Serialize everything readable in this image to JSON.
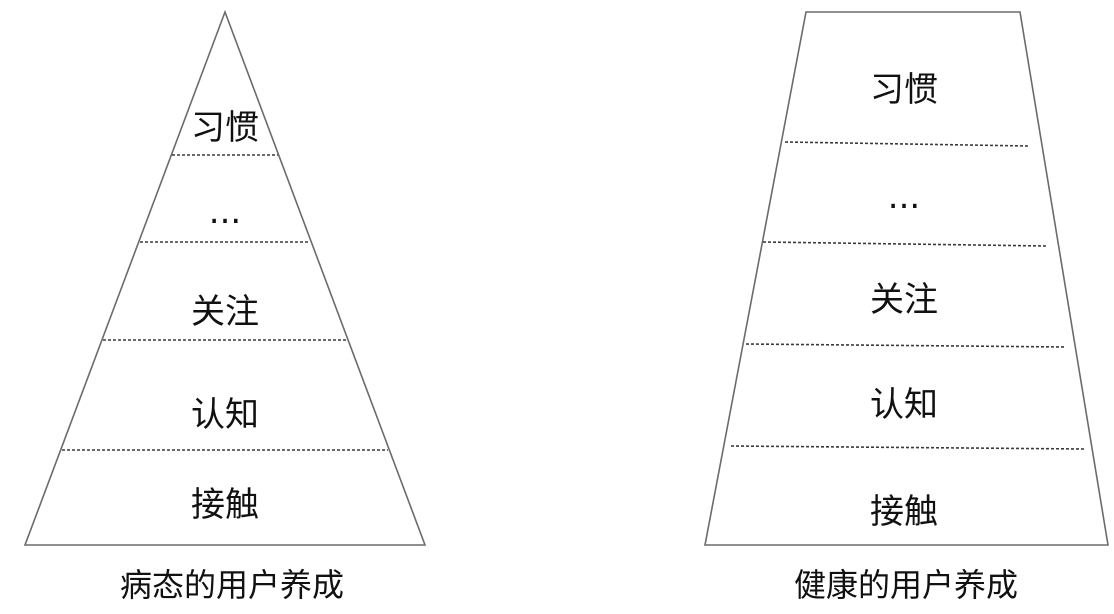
{
  "diagrams": [
    {
      "caption": "病态的用户养成",
      "layers": [
        "习惯",
        "...",
        "关注",
        "认知",
        "接触"
      ]
    },
    {
      "caption": "健康的用户养成",
      "layers": [
        "习惯",
        "...",
        "关注",
        "认知",
        "接触"
      ]
    }
  ]
}
